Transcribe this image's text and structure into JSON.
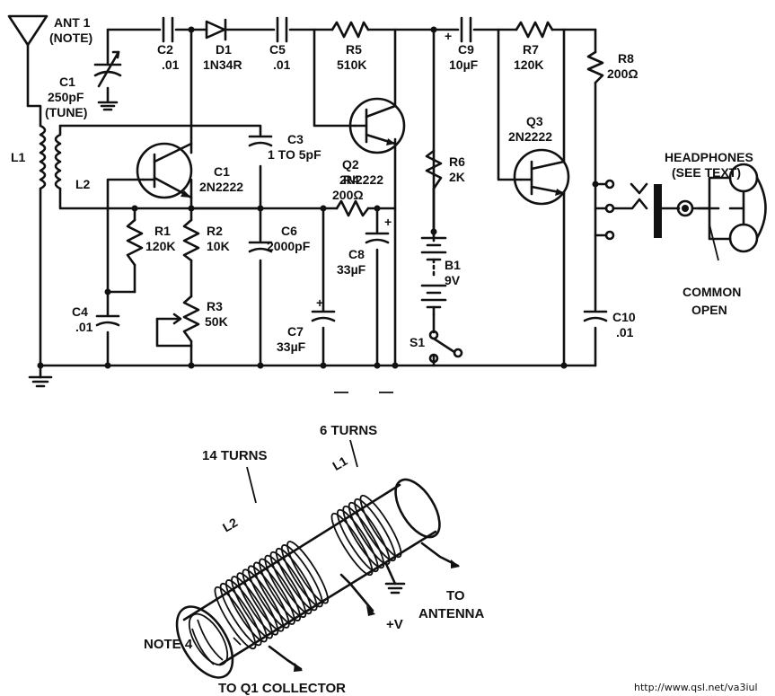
{
  "schematic": {
    "antenna": [
      "ANT 1",
      "(NOTE)"
    ],
    "c1_tune": [
      "C1",
      "250pF",
      "(TUNE)"
    ],
    "c2": [
      "C2",
      ".01"
    ],
    "d1": [
      "D1",
      "1N34R"
    ],
    "c5": [
      "C5",
      ".01"
    ],
    "r5": [
      "R5",
      "510K"
    ],
    "c9": [
      "C9",
      "10µF"
    ],
    "c9_plus": "+",
    "r7": [
      "R7",
      "120K"
    ],
    "r8": [
      "R8",
      "200Ω"
    ],
    "l1": "L1",
    "l2": "L2",
    "c3": [
      "C3",
      "1 TO 5pF"
    ],
    "q1": [
      "C1",
      "2N2222"
    ],
    "q2": [
      "Q2",
      "2N2222"
    ],
    "q3": [
      "Q3",
      "2N2222"
    ],
    "r6": [
      "R6",
      "2K"
    ],
    "r4": [
      "R4",
      "200Ω"
    ],
    "headphones": [
      "HEADPHONES",
      "(SEE TEXT)"
    ],
    "r1": [
      "R1",
      "120K"
    ],
    "r2": [
      "R2",
      "10K"
    ],
    "c6": [
      "C6",
      "2000pF"
    ],
    "c8": [
      "C8",
      "33µF"
    ],
    "c8_plus": "+",
    "b1": [
      "B1",
      "9V"
    ],
    "r3": [
      "R3",
      "50K"
    ],
    "c4": [
      "C4",
      ".01"
    ],
    "c7": [
      "C7",
      "33µF"
    ],
    "c7_plus": "+",
    "s1": "S1",
    "c10": [
      "C10",
      ".01"
    ],
    "jack_labels": [
      "COMMON",
      "OPEN"
    ]
  },
  "coil": {
    "turns_l1": "6 TURNS",
    "turns_l2": "14 TURNS",
    "l1": "L1",
    "l2": "L2",
    "note": "NOTE 4",
    "to_collector": "TO Q1 COLLECTOR",
    "plus_v": "+V",
    "to_antenna": [
      "TO",
      "ANTENNA"
    ]
  },
  "credit": "http://www.qsl.net/va3iul"
}
